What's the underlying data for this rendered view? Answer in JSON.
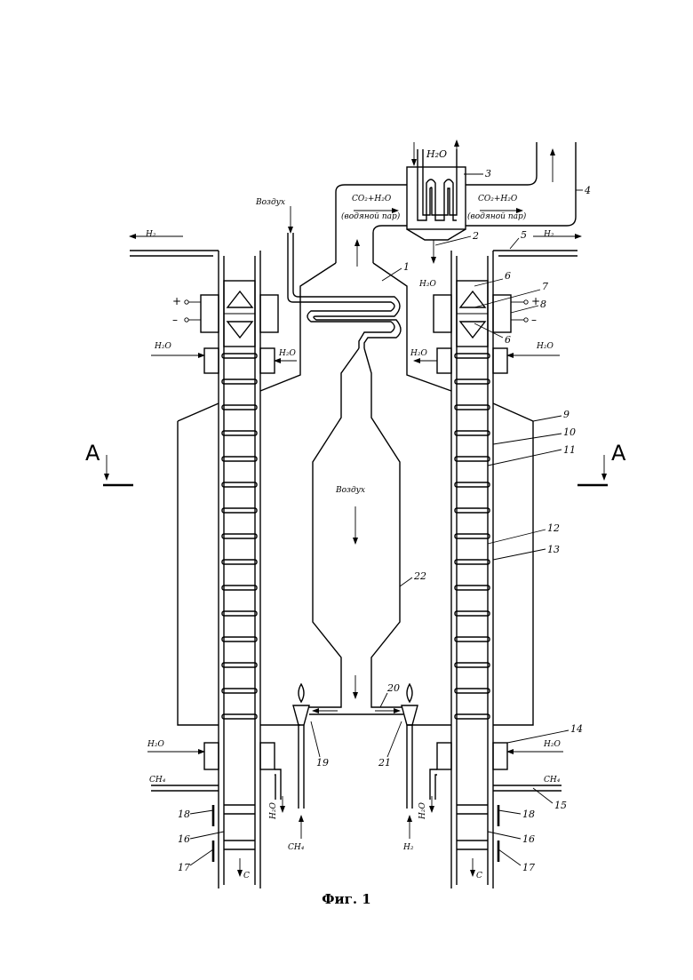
{
  "caption": "Фиг. 1",
  "section_mark": "А",
  "labels": {
    "vozdukh": "Воздух",
    "h2": "H₂",
    "h2o": "H₂O",
    "ch4": "CH₄",
    "co2_h2o": "CO₂+H₂O",
    "steam": "(водяной пар)",
    "carbon": "C",
    "plus": "+",
    "minus": "–"
  },
  "callouts": [
    "1",
    "2",
    "3",
    "4",
    "5",
    "6",
    "7",
    "8",
    "9",
    "10",
    "11",
    "12",
    "13",
    "14",
    "15",
    "16",
    "17",
    "18",
    "19",
    "20",
    "21",
    "22"
  ]
}
